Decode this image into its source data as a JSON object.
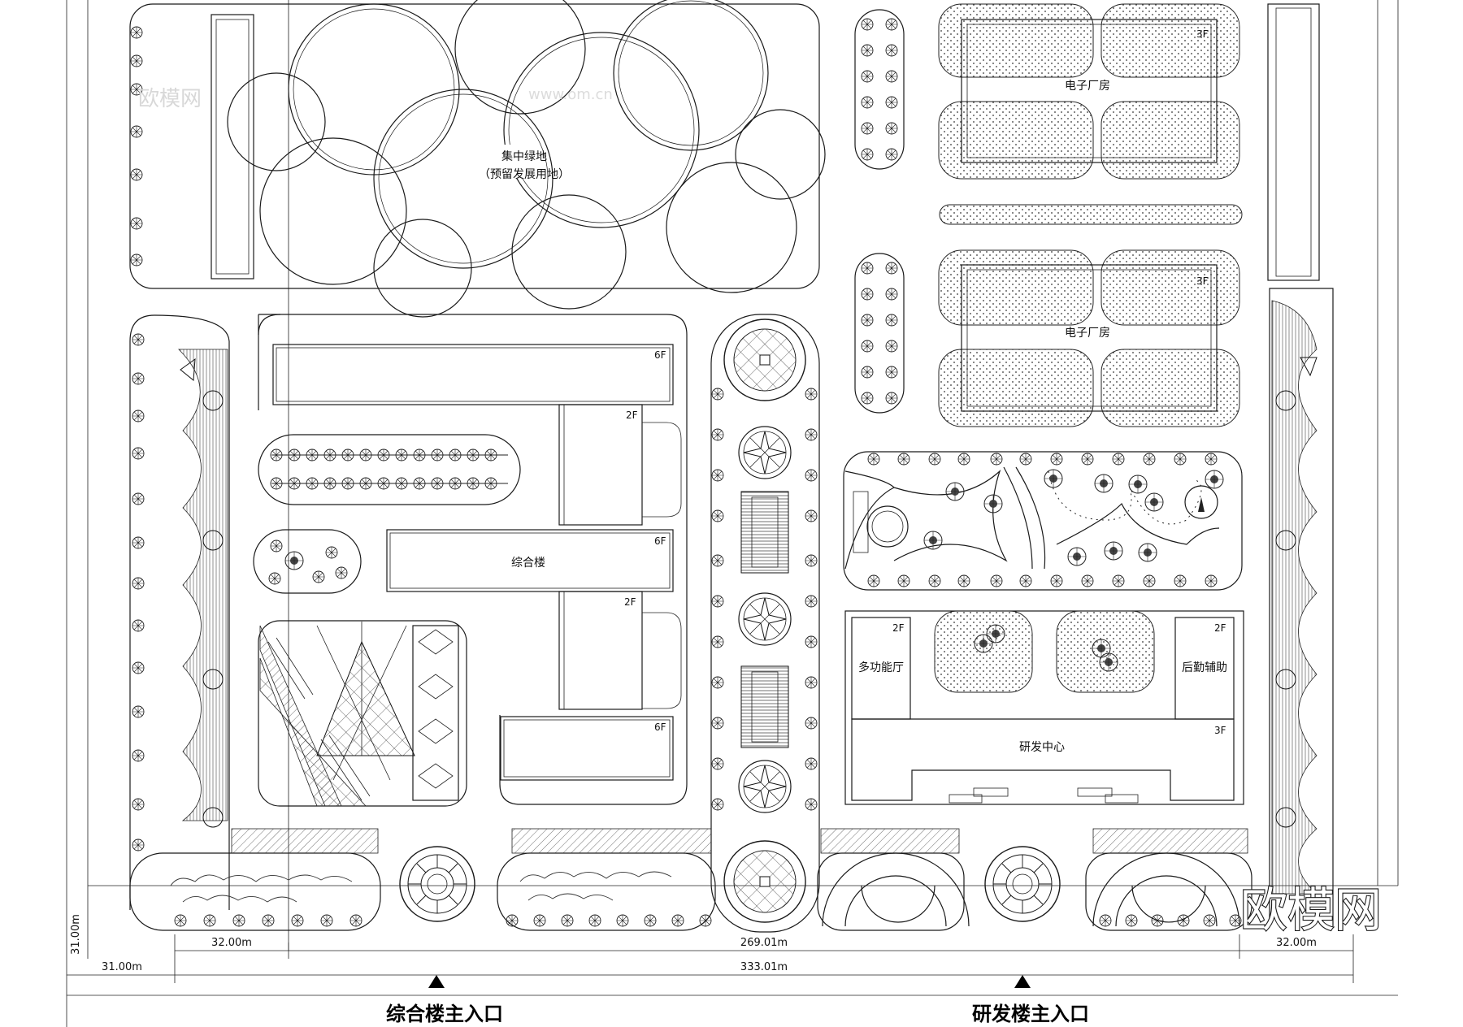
{
  "plan": {
    "green_space_title": "集中绿地",
    "green_space_subtitle": "（预留发展用地）",
    "factory_1_label": "电子厂房",
    "factory_1_floors": "3F",
    "factory_2_label": "电子厂房",
    "factory_2_floors": "3F",
    "complex_label": "综合楼",
    "complex_top_floors": "6F",
    "complex_mid_floors": "6F",
    "complex_bottom_floors": "6F",
    "complex_wing_upper_floors": "2F",
    "complex_wing_lower_floors": "2F",
    "hall_label": "多功能厅",
    "hall_floors": "2F",
    "logistics_label": "后勤辅助",
    "logistics_floors": "2F",
    "rnd_label": "研发中心",
    "rnd_floors": "3F"
  },
  "dimensions": {
    "left_setback_height": "31.00m",
    "left_setback_width": "31.00m",
    "left_strip": "32.00m",
    "middle_span": "269.01m",
    "right_strip": "32.00m",
    "total_span": "333.01m"
  },
  "entrances": {
    "complex_entrance": "综合楼主入口",
    "rnd_entrance": "研发楼主入口"
  },
  "watermark": {
    "logo_text": "欧模网",
    "site_text": "www.om.cn"
  }
}
